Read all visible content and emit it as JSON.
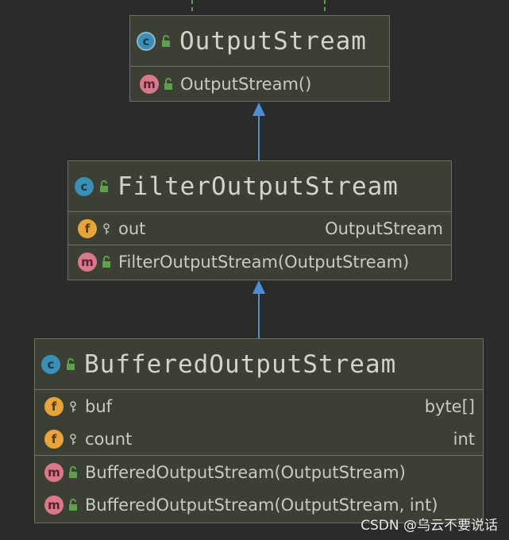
{
  "classes": [
    {
      "name": "OutputStream",
      "fields": [],
      "methods": [
        {
          "name": "OutputStream()"
        }
      ]
    },
    {
      "name": "FilterOutputStream",
      "fields": [
        {
          "name": "out",
          "type": "OutputStream"
        }
      ],
      "methods": [
        {
          "name": "FilterOutputStream(OutputStream)"
        }
      ]
    },
    {
      "name": "BufferedOutputStream",
      "fields": [
        {
          "name": "buf",
          "type": "byte[]"
        },
        {
          "name": "count",
          "type": "int"
        }
      ],
      "methods": [
        {
          "name": "BufferedOutputStream(OutputStream)"
        },
        {
          "name": "BufferedOutputStream(OutputStream, int)"
        }
      ]
    }
  ],
  "badges": {
    "class": "c",
    "method": "m",
    "field": "f"
  },
  "colors": {
    "background": "#2b2b2b",
    "node_fill": "#3c3f33",
    "node_border": "#6e7068",
    "edge": "#4a90d9",
    "visibility_public": "#5fa04e"
  },
  "watermark": "CSDN @乌云不要说话"
}
